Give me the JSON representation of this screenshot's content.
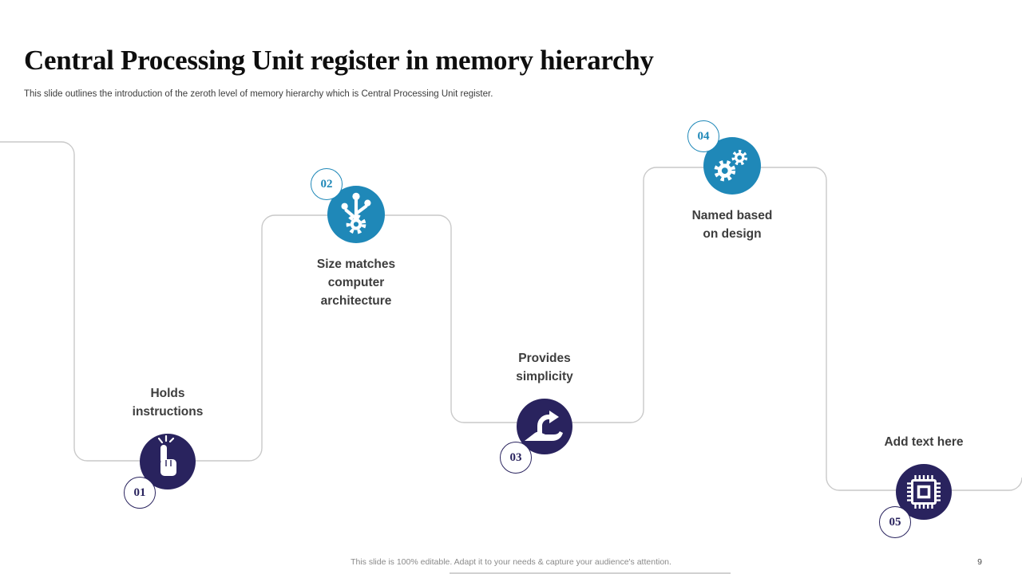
{
  "slide": {
    "title": "Central Processing Unit register in memory hierarchy",
    "subtitle": "This slide outlines the introduction of the zeroth level of memory hierarchy which is Central Processing Unit register.",
    "footer_note": "This slide is 100% editable. Adapt it to your needs & capture your audience's attention.",
    "page_number": "9"
  },
  "colors": {
    "navy": "#29235e",
    "teal": "#1f88b8",
    "connector_line": "#c9c9c9",
    "label_text": "#3d3d3d"
  },
  "steps": [
    {
      "number": "01",
      "label": "Holds instructions",
      "icon": "tap-hand-icon",
      "color": "navy"
    },
    {
      "number": "02",
      "label": "Size matches computer architecture",
      "icon": "usb-connector-icon",
      "color": "teal"
    },
    {
      "number": "03",
      "label": "Provides simplicity",
      "icon": "hand-arrow-icon",
      "color": "navy"
    },
    {
      "number": "04",
      "label": "Named based on design",
      "icon": "gears-icon",
      "color": "teal"
    },
    {
      "number": "05",
      "label": "Add text here",
      "icon": "cpu-chip-icon",
      "color": "navy"
    }
  ]
}
